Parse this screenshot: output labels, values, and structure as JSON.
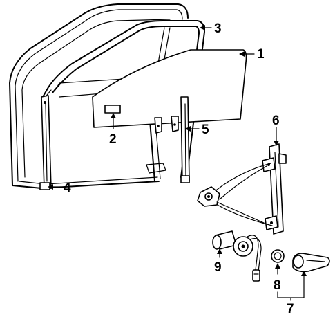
{
  "callouts": [
    {
      "id": "1",
      "label": "1"
    },
    {
      "id": "2",
      "label": "2"
    },
    {
      "id": "3",
      "label": "3"
    },
    {
      "id": "4",
      "label": "4"
    },
    {
      "id": "5",
      "label": "5"
    },
    {
      "id": "6",
      "label": "6"
    },
    {
      "id": "7",
      "label": "7"
    },
    {
      "id": "8",
      "label": "8"
    },
    {
      "id": "9",
      "label": "9"
    }
  ],
  "parts": [
    {
      "callout": "1",
      "icon": "door-glass-icon"
    },
    {
      "callout": "2",
      "icon": "glass-label-icon"
    },
    {
      "callout": "3",
      "icon": "run-channel-icon"
    },
    {
      "callout": "4",
      "icon": "front-channel-icon"
    },
    {
      "callout": "5",
      "icon": "rear-channel-icon"
    },
    {
      "callout": "6",
      "icon": "window-regulator-icon"
    },
    {
      "callout": "7",
      "icon": "handle-set-icon"
    },
    {
      "callout": "8",
      "icon": "handle-knob-icon"
    },
    {
      "callout": "9",
      "icon": "regulator-motor-icon"
    }
  ],
  "colors": {
    "ink": "#000000",
    "paper": "#ffffff"
  }
}
